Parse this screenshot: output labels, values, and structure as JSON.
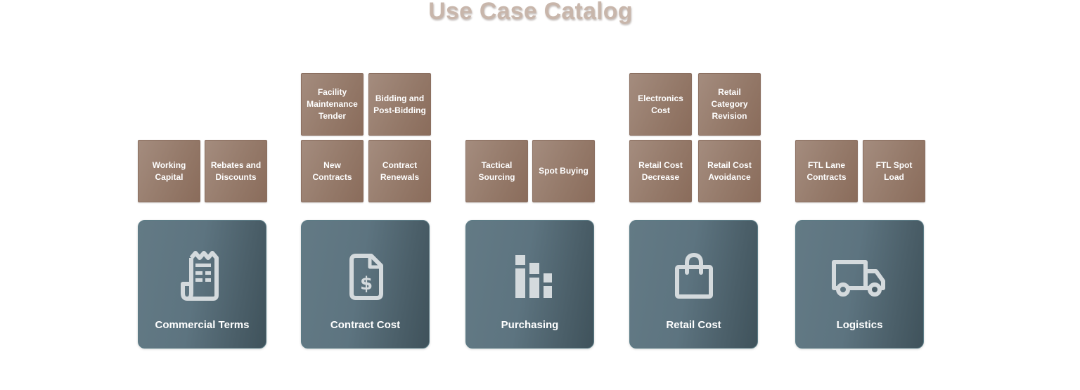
{
  "title": "Use Case Catalog",
  "colors": {
    "title": "#c8b6ab",
    "tile": "#957a6a",
    "card": "#5d7480",
    "icon": "#d4dadd",
    "text": "#ffffff"
  },
  "categories": [
    {
      "label": "Commercial Terms",
      "icon": "receipt-icon",
      "use_cases": [
        "Working Capital",
        "Rebates and Discounts"
      ]
    },
    {
      "label": "Contract Cost",
      "icon": "dollar-document-icon",
      "use_cases": [
        "Facility Maintenance Tender",
        "Bidding and Post-Bidding",
        "New Contracts",
        "Contract Renewals"
      ]
    },
    {
      "label": "Purchasing",
      "icon": "bar-chart-icon",
      "use_cases": [
        "Tactical Sourcing",
        "Spot Buying"
      ]
    },
    {
      "label": "Retail Cost",
      "icon": "shopping-bag-icon",
      "use_cases": [
        "Electronics Cost",
        "Retail Category Revision",
        "Retail Cost Decrease",
        "Retail Cost Avoidance"
      ]
    },
    {
      "label": "Logistics",
      "icon": "truck-icon",
      "use_cases": [
        "FTL Lane Contracts",
        "FTL Spot Load"
      ]
    }
  ]
}
